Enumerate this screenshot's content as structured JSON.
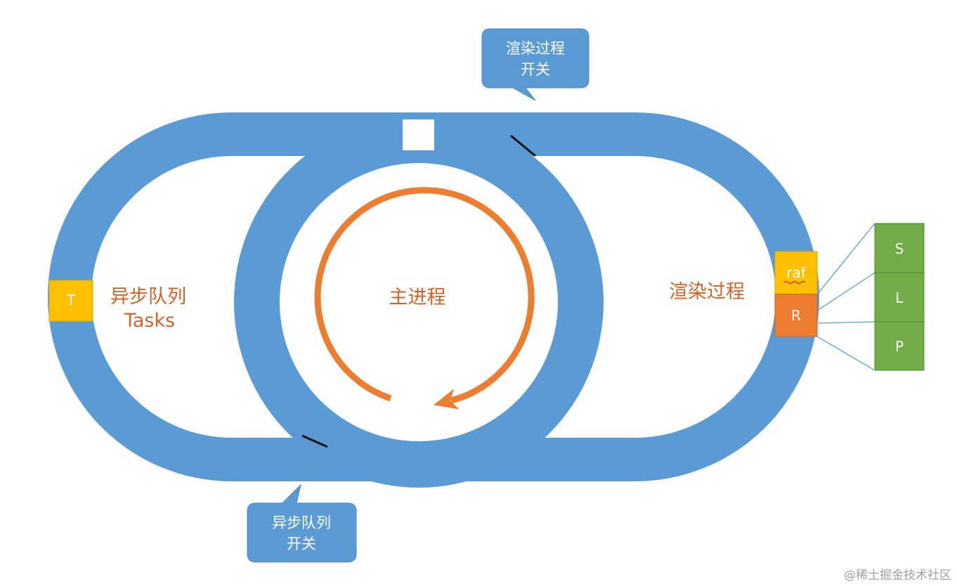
{
  "labels": {
    "async_queue": "异步队列",
    "async_tasks": "Tasks",
    "main_process": "主进程",
    "render_process": "渲染过程"
  },
  "callouts": {
    "render_switch_line1": "渲染过程",
    "render_switch_line2": "开关",
    "async_switch_line1": "异步队列",
    "async_switch_line2": "开关"
  },
  "boxes": {
    "task": "T",
    "raf": "raf",
    "render": "R",
    "steps": [
      "S",
      "L",
      "P"
    ]
  },
  "watermark": "@稀土掘金技术社区",
  "colors": {
    "track": "#5b9bd5",
    "arrow": "#ed7d31",
    "text_accent": "#d0632a",
    "task_box": "#ffc000",
    "render_box": "#ed7d31",
    "step_box": "#70ad47",
    "connector": "#5b9bd5"
  }
}
